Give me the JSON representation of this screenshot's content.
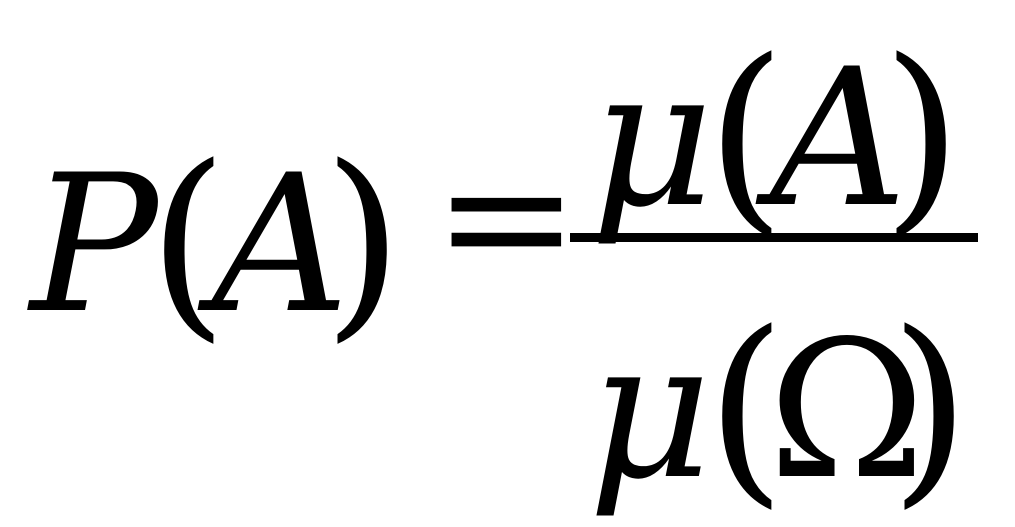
{
  "formula": {
    "lhs": {
      "function": "P",
      "open_paren": "(",
      "argument": "A",
      "close_paren": ")"
    },
    "relation": "=",
    "numerator": {
      "function": "μ",
      "open_paren": "(",
      "argument": "A",
      "close_paren": ")"
    },
    "denominator": {
      "function": "μ",
      "open_paren": "(",
      "argument": "Ω",
      "close_paren": ")"
    }
  },
  "colors": {
    "text": "#000000",
    "background": "#ffffff"
  }
}
